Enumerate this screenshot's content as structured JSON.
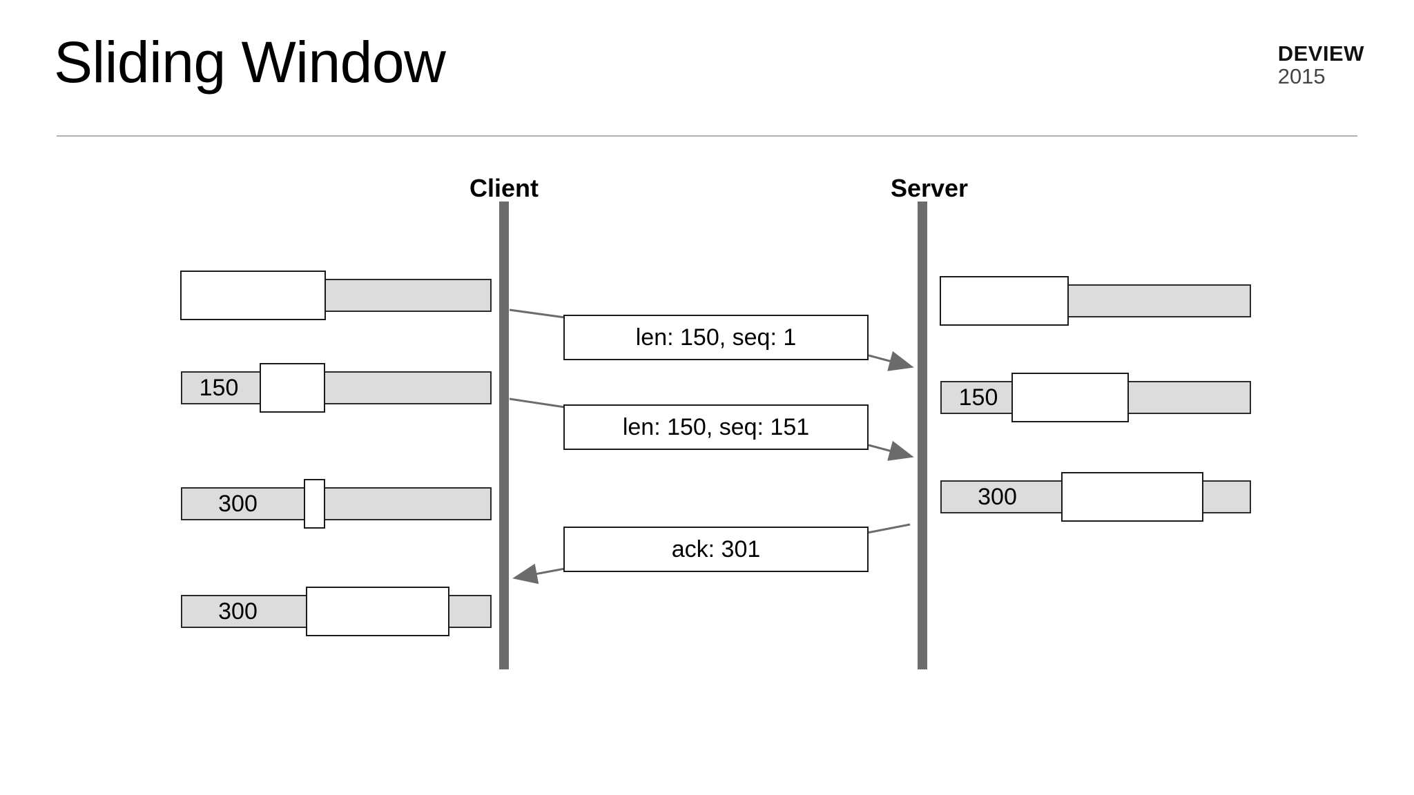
{
  "slide": {
    "title": "Sliding Window"
  },
  "brand": {
    "name": "DEVIEW",
    "year": "2015"
  },
  "diagram": {
    "actors": [
      {
        "name": "client",
        "label": "Client"
      },
      {
        "name": "server",
        "label": "Server"
      }
    ],
    "client_windows": [
      {
        "label": ""
      },
      {
        "label": "150"
      },
      {
        "label": "300"
      },
      {
        "label": "300"
      }
    ],
    "server_windows": [
      {
        "label": ""
      },
      {
        "label": "150"
      },
      {
        "label": "300"
      }
    ],
    "messages": [
      {
        "name": "data-segment-1",
        "text": "len: 150, seq: 1",
        "direction": "client-to-server"
      },
      {
        "name": "data-segment-2",
        "text": "len: 150, seq: 151",
        "direction": "client-to-server"
      },
      {
        "name": "acknowledgement",
        "text": "ack: 301",
        "direction": "server-to-client"
      }
    ]
  },
  "colors": {
    "window_fill": "#dcdcdc",
    "window_border": "#2b2b2b",
    "lifeline": "#6b6b6b",
    "rule": "#b0b0b0",
    "text": "#000000"
  }
}
